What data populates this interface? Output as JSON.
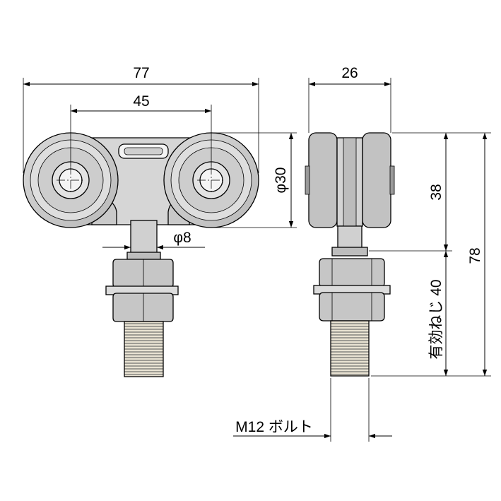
{
  "dimensions": {
    "overall_width": "77",
    "wheel_pitch": "45",
    "wheel_diameter": "φ30",
    "shaft_diameter": "φ8",
    "side_width": "26",
    "wheel_height": "38",
    "overall_height": "78",
    "thread_length": "有効ねじ 40",
    "bolt": "M12 ボルト"
  }
}
